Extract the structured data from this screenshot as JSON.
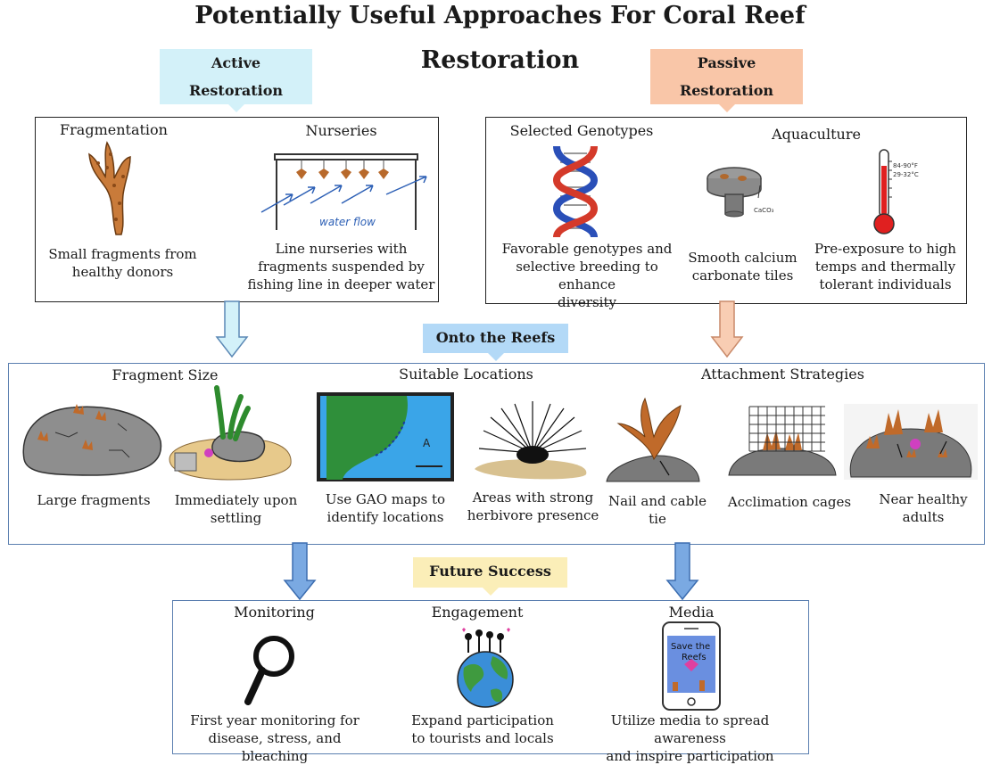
{
  "title": {
    "line1": "Potentially Useful Approaches For Coral Reef",
    "line2": "Restoration"
  },
  "colors": {
    "active": "#d3f1f9",
    "passive": "#f9c6a8",
    "reefs": "#b3d9f7",
    "success": "#fbeeb8",
    "blue_arrow": "#7aa9e2",
    "peach_arrow": "#f8cdb3"
  },
  "active": {
    "label_line1": "Active",
    "label_line2": "Restoration",
    "fragmentation": {
      "heading": "Fragmentation",
      "caption_line1": "Small fragments from",
      "caption_line2": "healthy donors",
      "icon": "coral-fragment-icon"
    },
    "nurseries": {
      "heading": "Nurseries",
      "water_flow": "water flow",
      "caption_line1": "Line nurseries with",
      "caption_line2": "fragments suspended by",
      "caption_line3": "fishing line in deeper water",
      "icon": "line-nursery-icon"
    }
  },
  "passive": {
    "label_line1": "Passive",
    "label_line2": "Restoration",
    "genotypes": {
      "heading": "Selected Genotypes",
      "caption_line1": "Favorable genotypes and",
      "caption_line2": "selective breeding to enhance",
      "caption_line3": "diversity",
      "icon": "dna-icon"
    },
    "aquaculture": {
      "heading": "Aquaculture"
    },
    "tiles": {
      "caption_line1": "Smooth calcium",
      "caption_line2": "carbonate tiles",
      "tile_label": "CaCO₃",
      "icon": "tile-icon"
    },
    "thermal": {
      "caption_line1": "Pre-exposure to high",
      "caption_line2": "temps and thermally",
      "caption_line3": "tolerant individuals",
      "temp_f": "84-90°F",
      "temp_c": "29-32°C",
      "icon": "thermometer-icon"
    }
  },
  "reefs": {
    "label": "Onto the Reefs",
    "fragment_size": {
      "heading": "Fragment Size"
    },
    "suitable_locations": {
      "heading": "Suitable Locations"
    },
    "attachment": {
      "heading": "Attachment Strategies"
    },
    "items": [
      {
        "caption_line1": "Large fragments",
        "caption_line2": "",
        "icon": "large-fragments-icon"
      },
      {
        "caption_line1": "Immediately upon",
        "caption_line2": "settling",
        "icon": "settling-icon"
      },
      {
        "caption_line1": "Use GAO maps to",
        "caption_line2": "identify locations",
        "icon": "map-icon"
      },
      {
        "caption_line1": "Areas with strong",
        "caption_line2": "herbivore presence",
        "icon": "urchin-icon"
      },
      {
        "caption_line1": "Nail and cable",
        "caption_line2": "tie",
        "icon": "nail-icon"
      },
      {
        "caption_line1": "Acclimation cages",
        "caption_line2": "",
        "icon": "cage-icon"
      },
      {
        "caption_line1": "Near healthy",
        "caption_line2": "adults",
        "icon": "healthy-adults-icon"
      }
    ]
  },
  "success": {
    "label": "Future Success",
    "monitoring": {
      "heading": "Monitoring",
      "caption_line1": "First year monitoring for",
      "caption_line2": "disease, stress, and bleaching",
      "icon": "magnifier-icon"
    },
    "engagement": {
      "heading": "Engagement",
      "caption_line1": "Expand participation",
      "caption_line2": "to tourists and locals",
      "icon": "globe-icon"
    },
    "media": {
      "heading": "Media",
      "caption_line1": "Utilize media to spread awareness",
      "caption_line2": "and inspire participation",
      "phone_text_line1": "Save the",
      "phone_text_line2": "Reefs",
      "icon": "phone-icon"
    }
  }
}
